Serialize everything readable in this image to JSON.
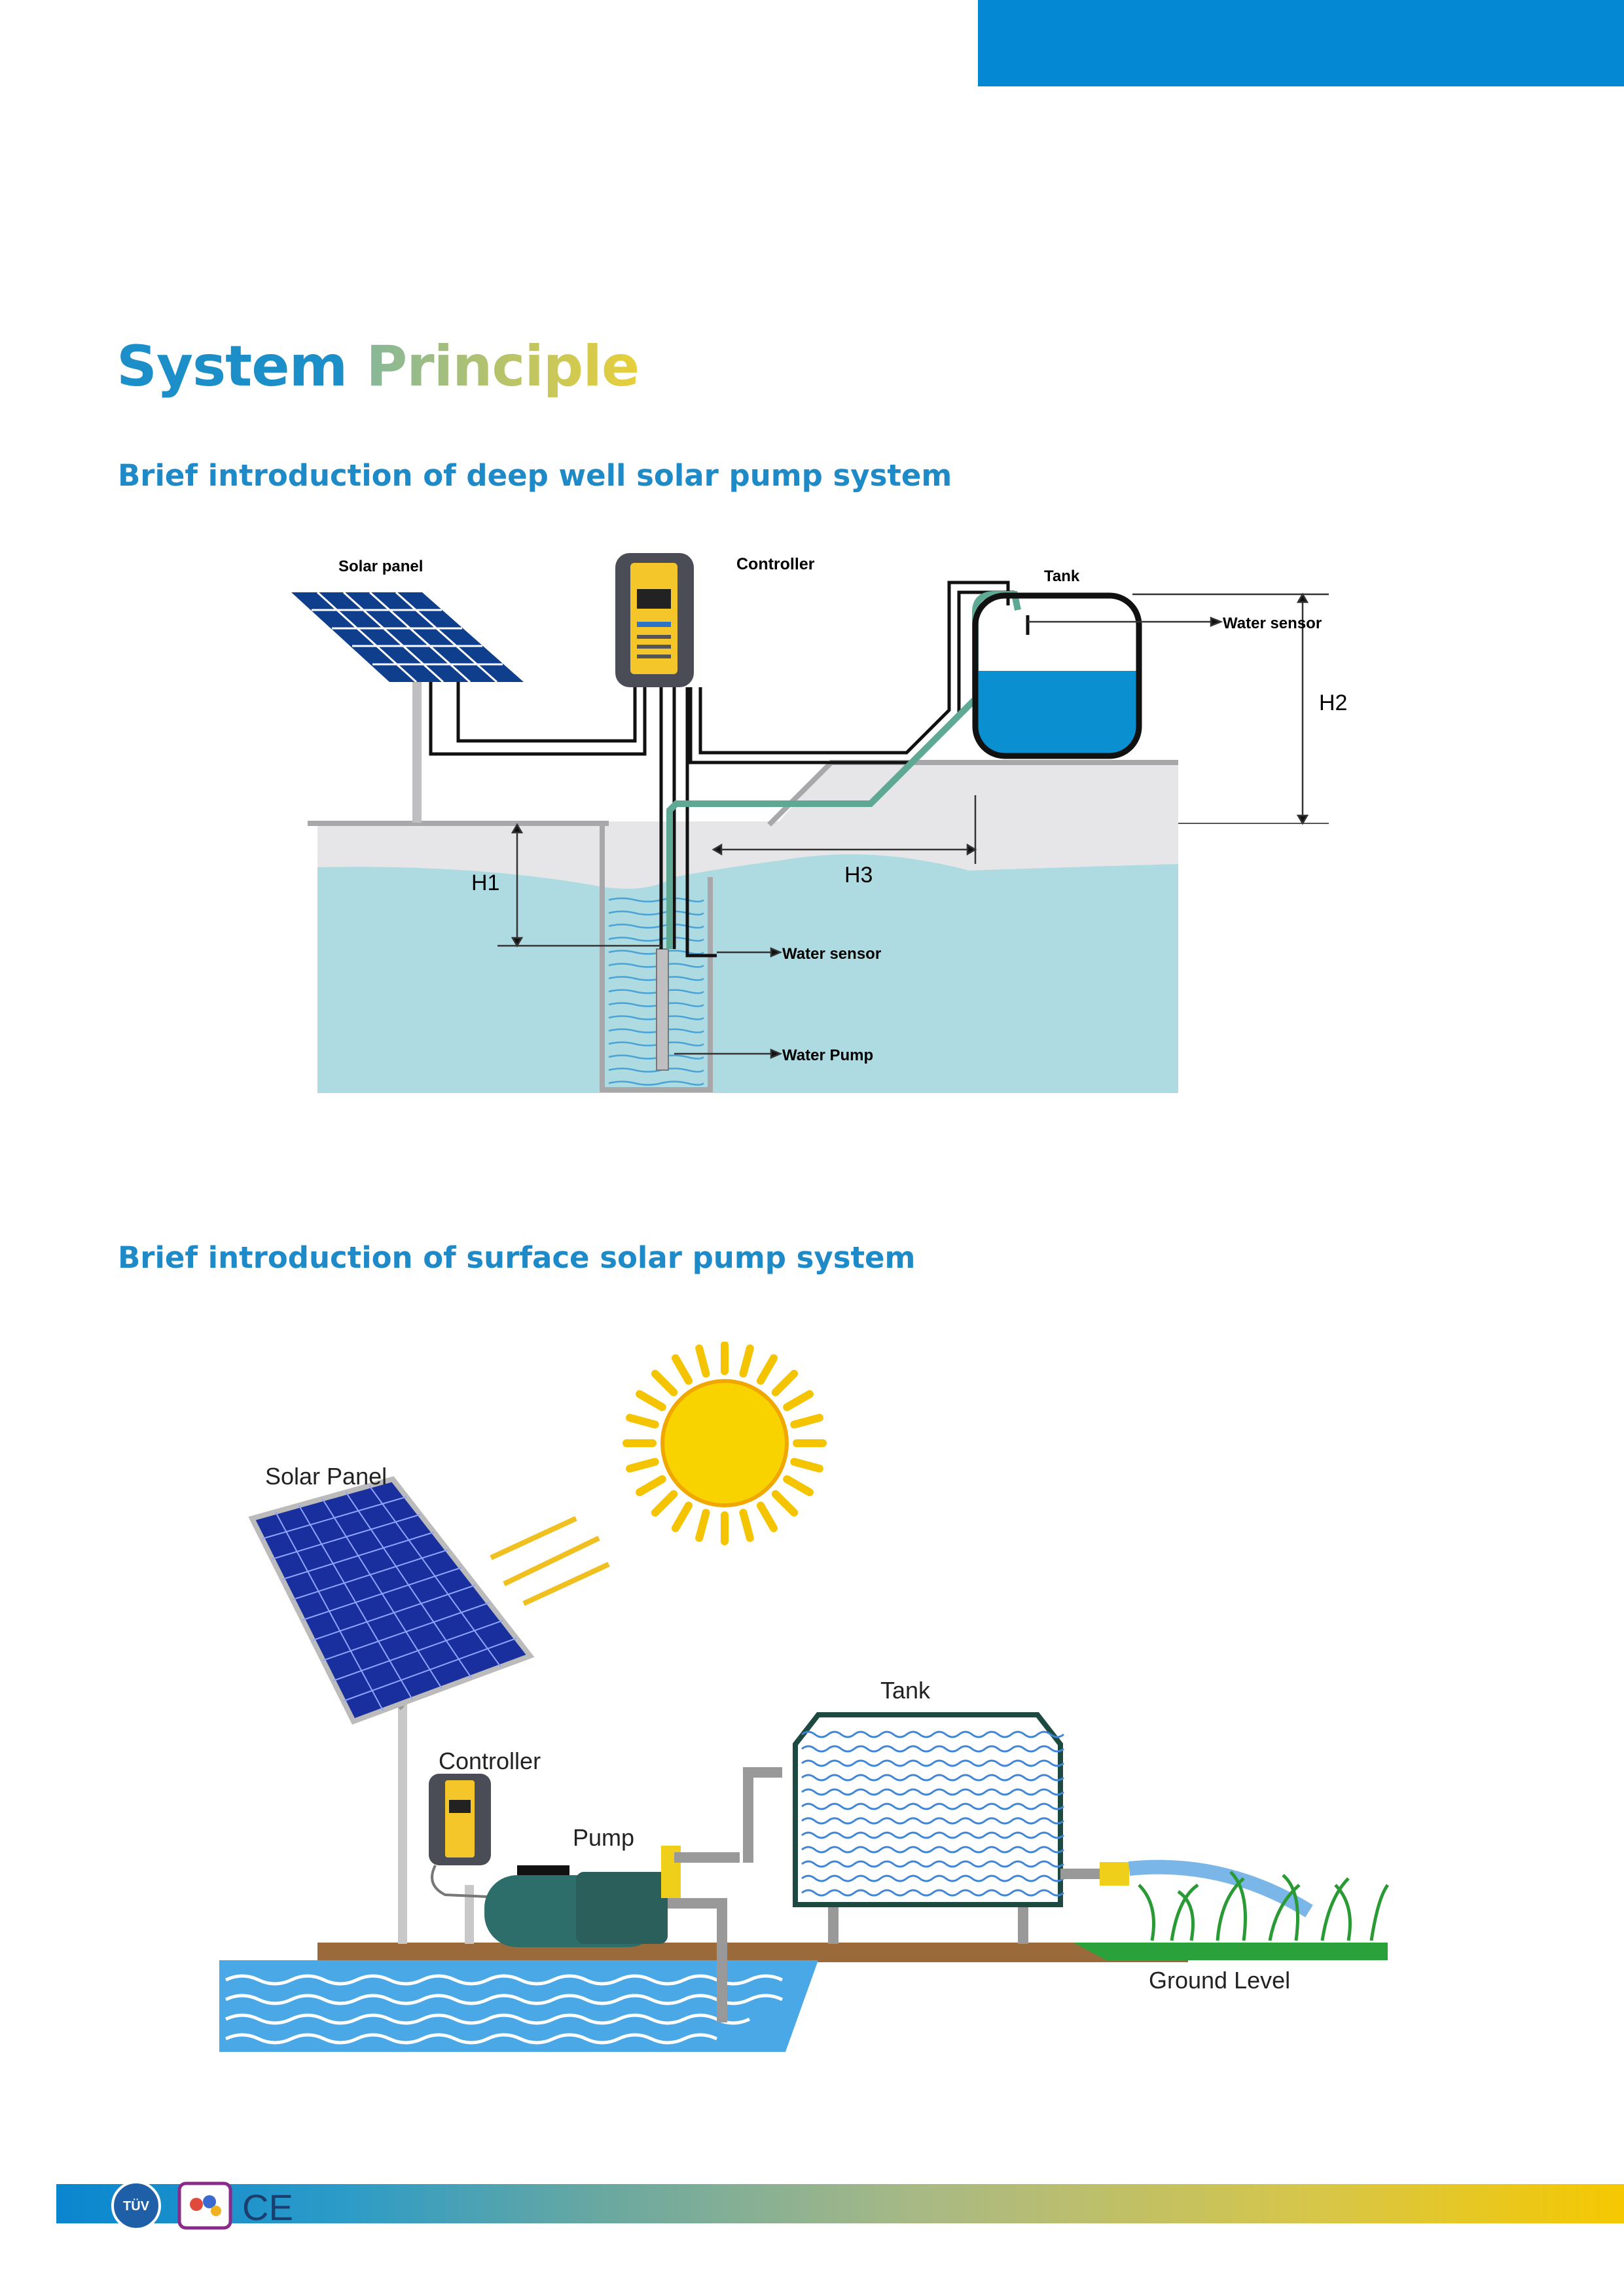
{
  "page": {
    "title_word1": "System",
    "title_word2": "Principle"
  },
  "sections": {
    "deep_well": {
      "heading": "Brief introduction of deep well solar pump system",
      "labels": {
        "solar_panel": "Solar panel",
        "controller": "Controller",
        "tank": "Tank",
        "water_sensor_tank": "Water sensor",
        "h1": "H1",
        "h2": "H2",
        "h3": "H3",
        "water_sensor_well": "Water sensor",
        "water_pump": "Water Pump"
      }
    },
    "surface": {
      "heading": "Brief introduction of surface solar pump system",
      "labels": {
        "solar_panel": "Solar Panel",
        "tank": "Tank",
        "controller": "Controller",
        "pump": "Pump",
        "ground_level": "Ground Level"
      }
    }
  },
  "footer": {
    "cert_tuv": "TÜV",
    "cert_ce": "CE"
  },
  "colors": {
    "top_bar": "#0588d4",
    "heading_blue": "#1e8ac8",
    "water": "#aedbe2",
    "pipe_green": "#5fa894"
  }
}
